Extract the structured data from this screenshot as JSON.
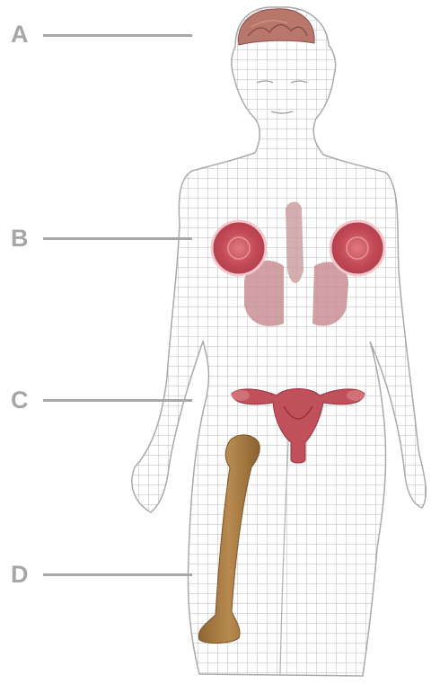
{
  "labels": {
    "a": "A",
    "b": "B",
    "c": "C",
    "d": "D"
  },
  "colors": {
    "label_gray": "#a6a6a6",
    "leader_gray": "#a8a8a8",
    "mesh_line": "#b8b8b8",
    "organ_red": "#c0505a",
    "organ_dark_red": "#9c3040",
    "lung_pink": "#c98f94",
    "bone_brown": "#a07845"
  },
  "icons": {
    "brain": "brain-icon",
    "breasts": "breast-tissue-icon",
    "uterus": "uterus-icon",
    "femur": "femur-bone-icon"
  }
}
